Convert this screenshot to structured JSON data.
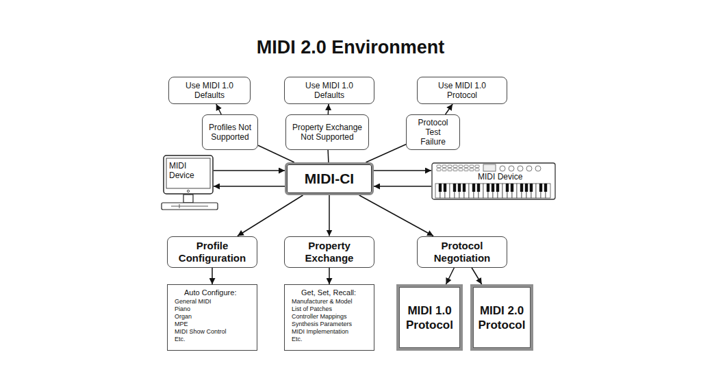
{
  "diagram": {
    "title": "MIDI 2.0 Environment",
    "nodes": [
      {
        "text": [
          "Use MIDI 1.0 Defaults"
        ]
      },
      {
        "text": [
          "Use MIDI 1.0 Defaults"
        ]
      },
      {
        "text": [
          "Use MIDI 1.0 Protocol"
        ]
      },
      {
        "text": [
          "Profiles Not Supported"
        ]
      },
      {
        "text": [
          "Property Exchange Not Supported"
        ]
      },
      {
        "text": [
          "Protocol Test Failure"
        ]
      },
      {
        "text": [
          "MIDI Device"
        ]
      },
      {
        "text": [
          "MIDI-CI"
        ]
      },
      {
        "text": [
          "MIDI Device"
        ]
      },
      {
        "text": [
          "Profile Configuration"
        ]
      },
      {
        "text": [
          "Property Exchange"
        ]
      },
      {
        "text": [
          "Protocol Negotiation"
        ]
      },
      {
        "text": [
          "Auto Configure:",
          "General MIDI",
          "Piano",
          "Organ",
          "MPE",
          "MIDI Show Control",
          "Etc."
        ]
      },
      {
        "text": [
          "Get, Set, Recall:",
          "Manufacturer & Model",
          "List of Patches",
          "Controller Mappings",
          "Synthesis Parameters",
          "MIDI Implementation",
          "Etc."
        ]
      },
      {
        "text": [
          "MIDI 1.0 Protocol"
        ]
      },
      {
        "text": [
          "MIDI 2.0 Protocol"
        ]
      }
    ],
    "edges": [
      {
        "from": 7,
        "to": 3,
        "arrow": "none"
      },
      {
        "from": 3,
        "to": 0,
        "arrow": "to"
      },
      {
        "from": 7,
        "to": 4,
        "arrow": "none"
      },
      {
        "from": 4,
        "to": 1,
        "arrow": "to"
      },
      {
        "from": 7,
        "to": 5,
        "arrow": "none"
      },
      {
        "from": 5,
        "to": 2,
        "arrow": "to"
      },
      {
        "from": 6,
        "to": 7,
        "arrow": "to"
      },
      {
        "from": 7,
        "to": 6,
        "arrow": "to"
      },
      {
        "from": 7,
        "to": 8,
        "arrow": "to"
      },
      {
        "from": 8,
        "to": 7,
        "arrow": "to"
      },
      {
        "from": 7,
        "to": 9,
        "arrow": "to"
      },
      {
        "from": 7,
        "to": 10,
        "arrow": "to"
      },
      {
        "from": 7,
        "to": 11,
        "arrow": "to"
      },
      {
        "from": 9,
        "to": 12,
        "arrow": "to"
      },
      {
        "from": 10,
        "to": 13,
        "arrow": "to"
      },
      {
        "from": 11,
        "to": 14,
        "arrow": "to"
      },
      {
        "from": 11,
        "to": 15,
        "arrow": "to"
      }
    ]
  }
}
